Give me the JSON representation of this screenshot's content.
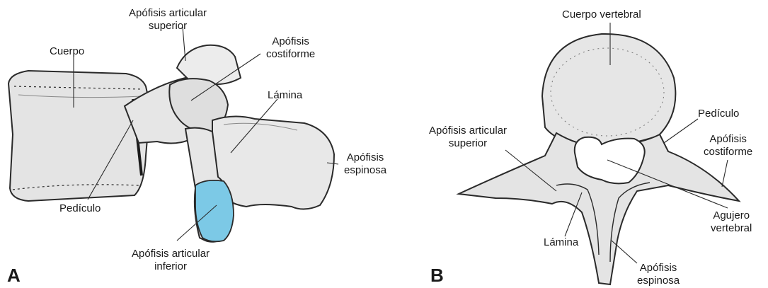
{
  "panels": {
    "A": {
      "letter": "A",
      "labels": {
        "cuerpo": "Cuerpo",
        "apofisis_articular_superior_1": "Apófisis articular",
        "apofisis_articular_superior_2": "superior",
        "apofisis_costiforme_1": "Apófisis",
        "apofisis_costiforme_2": "costiforme",
        "lamina": "Lámina",
        "apofisis_espinosa_1": "Apófisis",
        "apofisis_espinosa_2": "espinosa",
        "pediculo": "Pedículo",
        "apofisis_articular_inferior_1": "Apófisis articular",
        "apofisis_articular_inferior_2": "inferior"
      },
      "highlight_color": "#7cc9e6"
    },
    "B": {
      "letter": "B",
      "labels": {
        "cuerpo_vertebral": "Cuerpo vertebral",
        "pediculo": "Pedículo",
        "apofisis_articular_superior_1": "Apófisis articular",
        "apofisis_articular_superior_2": "superior",
        "apofisis_costiforme_1": "Apófisis",
        "apofisis_costiforme_2": "costiforme",
        "agujero_vertebral_1": "Agujero",
        "agujero_vertebral_2": "vertebral",
        "lamina": "Lámina",
        "apofisis_espinosa_1": "Apófisis",
        "apofisis_espinosa_2": "espinosa"
      }
    }
  },
  "colors": {
    "bone_fill": "#e9e9e9",
    "bone_shade": "#cfcfcf",
    "outline": "#2a2a2a"
  }
}
